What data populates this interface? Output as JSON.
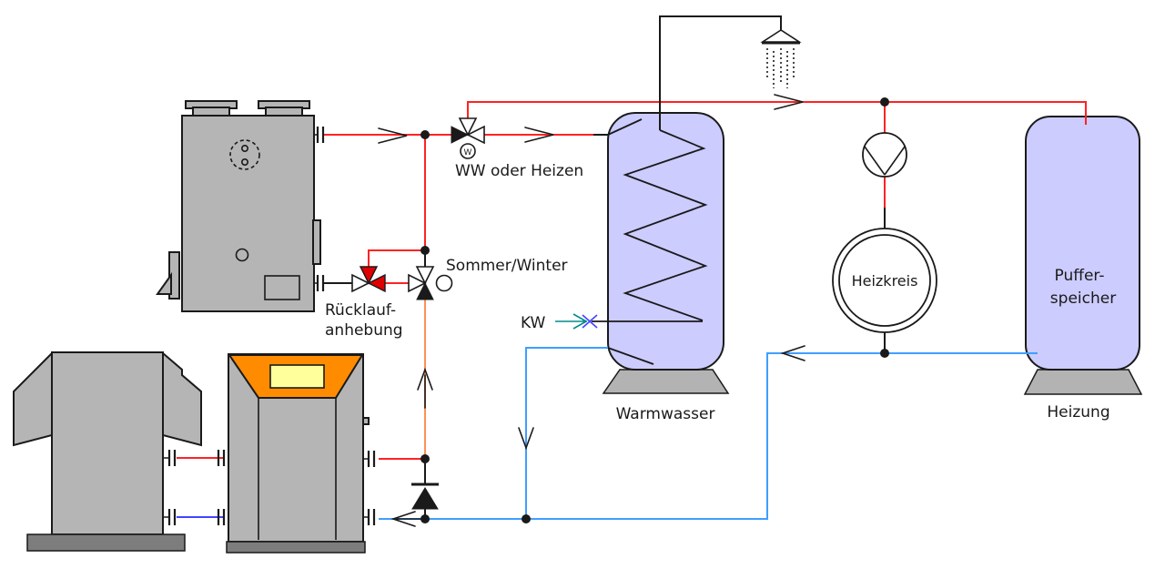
{
  "labels": {
    "ww_oder_heizen": "WW oder Heizen",
    "sommer_winter": "Sommer/Winter",
    "ruecklauf_line1": "Rücklauf-",
    "ruecklauf_line2": "anhebung",
    "kw": "KW",
    "warmwasser": "Warmwasser",
    "heizkreis": "Heizkreis",
    "puffer_line1": "Puffer-",
    "puffer_line2": "speicher",
    "heizung": "Heizung",
    "motor_glyph": "W"
  },
  "colors": {
    "pipe_red": "#ff2222",
    "valve_red": "#e00000",
    "pipe_blue_light": "#3f9fff",
    "pipe_blue_dark": "#4343ff",
    "pipe_orange": "#ff9055",
    "kw_teal": "#008b8b",
    "kw_blue": "#4646ff",
    "tank_lavender": "#ccccff",
    "machine_gray": "#b5b5b5",
    "base_gray": "#7d7d7d",
    "stand_gray": "#b3b3b3",
    "hood_orange": "#ff8c00",
    "panel_yellow": "#ffff9b",
    "ink": "#1a1a1a"
  }
}
